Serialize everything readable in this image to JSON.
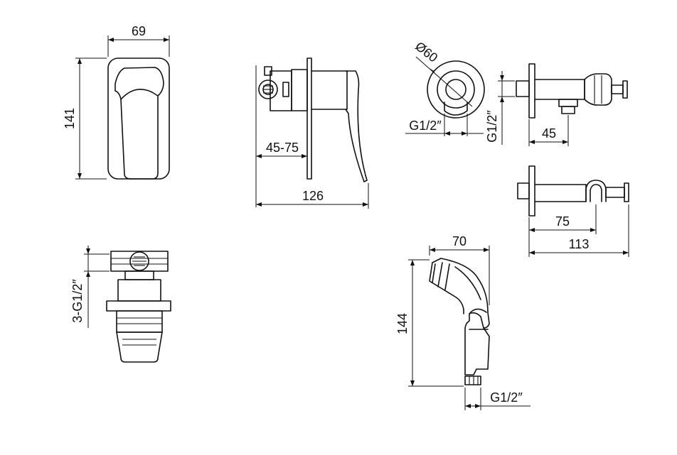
{
  "dimensions": {
    "mixer_width": "69",
    "mixer_height": "141",
    "mixer_depth_range": "45-75",
    "mixer_total_depth": "126",
    "holder_diameter": "Ø60",
    "holder_thread": "G1/2″",
    "holder_side_thread": "G1/2″",
    "holder_offset": "45",
    "hook_reach": "75",
    "hook_total": "113",
    "valve_threads": "3-G1/2″",
    "spray_width": "70",
    "spray_height": "144",
    "spray_thread": "G1/2″"
  }
}
